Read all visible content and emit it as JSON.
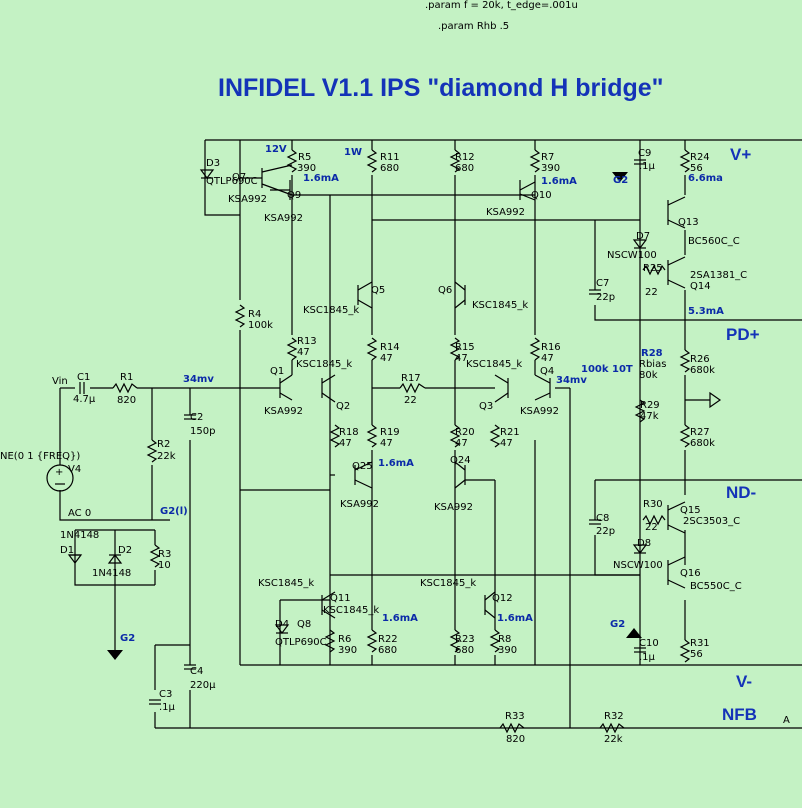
{
  "params": {
    "line1": ".param f = 20k, t_edge=.001u",
    "line2": ".param Rhb .5"
  },
  "title": "INFIDEL V1.1 IPS \"diamond H bridge\"",
  "rails": {
    "vplus": "V+",
    "pdplus": "PD+",
    "ndminus": "ND-",
    "vminus": "V-",
    "nfb": "NFB",
    "a": "A"
  },
  "annotations": {
    "v12": "12V",
    "w1": "1W",
    "ma16a": "1.6mA",
    "ma16b": "1.6mA",
    "ma66": "6.6ma",
    "mv34a": "34mv",
    "mv34b": "34mv",
    "ma53": "5.3mA",
    "tenT": "100k 10T",
    "ma16c": "1.6mA",
    "ma16d": "1.6mA",
    "ma16e": "1.6mA",
    "g2l": "G2(l)",
    "g2a": "G2",
    "g2b": "G2",
    "g2c": "G2"
  },
  "source": {
    "vin": "Vin",
    "sine": "NE(0 1 {FREQ})",
    "v4": "V4",
    "ac": "AC 0"
  },
  "components": {
    "c1": [
      "C1",
      "4.7µ"
    ],
    "r1": [
      "R1",
      "820"
    ],
    "r2": [
      "R2",
      "22k"
    ],
    "c2": [
      "C2",
      "150p"
    ],
    "r3": [
      "R3",
      "10"
    ],
    "d1": [
      "1N4148",
      "D1"
    ],
    "d2": [
      "D2",
      "1N4148"
    ],
    "d3": [
      "D3",
      "QTLP690C"
    ],
    "q7": [
      "Q7",
      "KSA992"
    ],
    "r5": [
      "R5",
      "390"
    ],
    "q9": [
      "Q9",
      "KSA992"
    ],
    "r11": [
      "R11",
      "680"
    ],
    "r12": [
      "R12",
      "680"
    ],
    "r7": [
      "R7",
      "390"
    ],
    "q10": [
      "Q10",
      "KSA992"
    ],
    "c9": [
      "C9",
      ".1µ"
    ],
    "r24": [
      "R24",
      "56"
    ],
    "q13": [
      "Q13",
      "BC560C_C"
    ],
    "d7": [
      "D7",
      "NSCW100"
    ],
    "r25": [
      "R25",
      "22"
    ],
    "q14": [
      "2SA1381_C",
      "Q14"
    ],
    "c7": [
      "C7",
      "22p"
    ],
    "r4": [
      "R4",
      "100k"
    ],
    "q5": [
      "Q5",
      "KSC1845_k"
    ],
    "q6": [
      "Q6",
      "KSC1845_k"
    ],
    "r13": [
      "R13",
      "47"
    ],
    "r14": [
      "R14",
      "47"
    ],
    "r15": [
      "R15",
      "47"
    ],
    "r16": [
      "R16",
      "47"
    ],
    "q1": [
      "Q1",
      "KSA992"
    ],
    "q2": [
      "Q2",
      "KSC1845_k"
    ],
    "r17": [
      "R17",
      "22"
    ],
    "q3": [
      "Q3",
      "KSC1845_k"
    ],
    "q4": [
      "Q4",
      "KSA992"
    ],
    "r28": [
      "R28",
      "Rbias",
      "80k"
    ],
    "r26": [
      "R26",
      "680k"
    ],
    "r29": [
      "R29",
      "47k"
    ],
    "r27": [
      "R27",
      "680k"
    ],
    "r18": [
      "R18",
      "47"
    ],
    "r19": [
      "R19",
      "47"
    ],
    "r20": [
      "R20",
      "47"
    ],
    "r21": [
      "R21",
      "47"
    ],
    "q25": [
      "Q25",
      "KSA992"
    ],
    "q24": [
      "Q24",
      "KSA992"
    ],
    "c8": [
      "C8",
      "22p"
    ],
    "r30": [
      "R30",
      "22"
    ],
    "q15": [
      "Q15",
      "2SC3503_C"
    ],
    "d8": [
      "D8",
      "NSCW100"
    ],
    "q16": [
      "Q16",
      "BC550C_C"
    ],
    "q11": [
      "Q11",
      "KSC1845_k",
      "KSC1845_k"
    ],
    "q8": [
      "Q8",
      "QTLP690C"
    ],
    "d4": [
      "D4"
    ],
    "q12": [
      "Q12",
      "KSC1845_k"
    ],
    "r6": [
      "R6",
      "390"
    ],
    "r22": [
      "R22",
      "680"
    ],
    "r23": [
      "R23",
      "680"
    ],
    "r8": [
      "R8",
      "390"
    ],
    "c10": [
      "C10",
      ".1µ"
    ],
    "r31": [
      "R31",
      "56"
    ],
    "c4": [
      "C4",
      "220µ"
    ],
    "c3": [
      "C3",
      ".1µ"
    ],
    "r33": [
      "R33",
      "820"
    ],
    "r32": [
      "R32",
      "22k"
    ]
  }
}
